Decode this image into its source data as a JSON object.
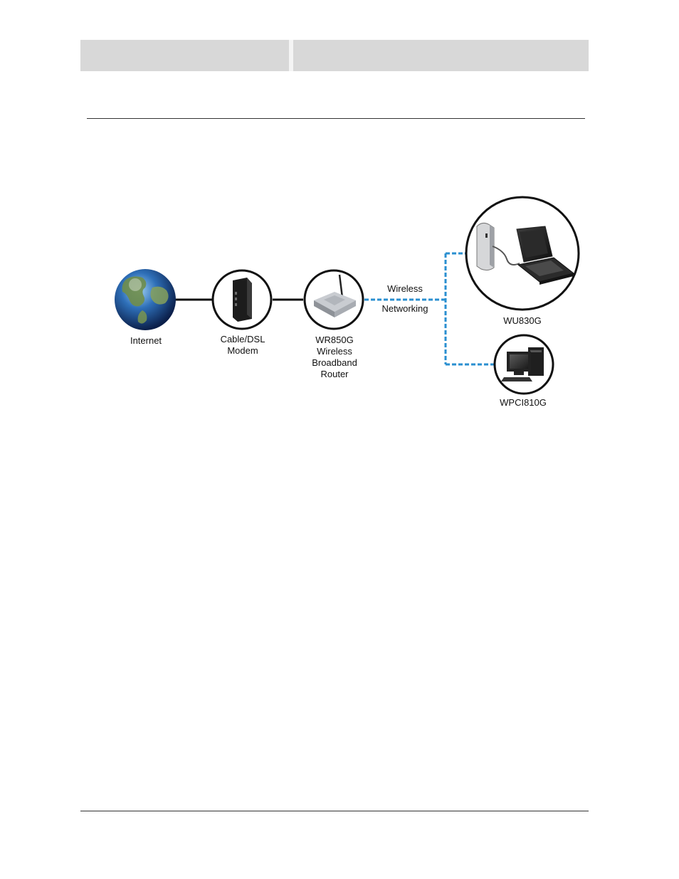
{
  "nodes": {
    "internet": {
      "label": "Internet"
    },
    "modem": {
      "line1": "Cable/DSL",
      "line2": "Modem"
    },
    "router": {
      "line1": "WR850G",
      "line2": "Wireless",
      "line3": "Broadband",
      "line4": "Router"
    },
    "laptop": {
      "label": "WU830G"
    },
    "desktop": {
      "label": "WPCI810G"
    }
  },
  "link": {
    "line1": "Wireless",
    "line2": "Networking"
  },
  "colors": {
    "wireless_link": "#2a8fd0",
    "wired_link": "#111111"
  }
}
